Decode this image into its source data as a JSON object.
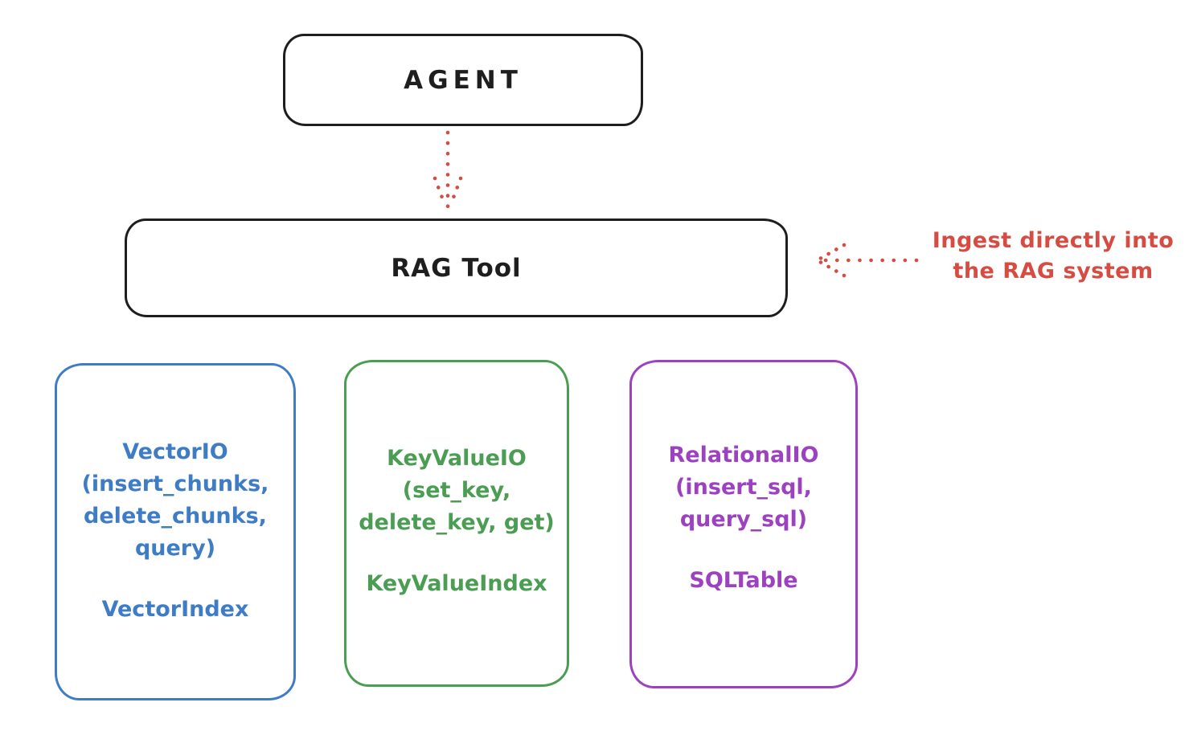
{
  "agent_box": {
    "label": "AGENT"
  },
  "rag_tool_box": {
    "label": "RAG Tool"
  },
  "annotation": {
    "line1": "Ingest directly into",
    "line2": "the RAG system"
  },
  "arrows": {
    "agent_to_rag": "dotted-down-arrow",
    "ingest": "dotted-left-arrow"
  },
  "backends": [
    {
      "id": "vector",
      "lines": [
        "VectorIO",
        "(insert_chunks,",
        "delete_chunks,",
        "query)"
      ],
      "index_label": "VectorIndex"
    },
    {
      "id": "keyvalue",
      "lines": [
        "KeyValueIO",
        "(set_key,",
        "delete_key, get)"
      ],
      "index_label": "KeyValueIndex"
    },
    {
      "id": "relational",
      "lines": [
        "RelationalIO",
        "(insert_sql,",
        "query_sql)"
      ],
      "index_label": "SQLTable"
    }
  ],
  "colors": {
    "stroke": "#1e1e1e",
    "red": "#d64c42",
    "blue": "#3e7cc6",
    "green": "#4a9d52",
    "purple": "#9c41c0"
  }
}
